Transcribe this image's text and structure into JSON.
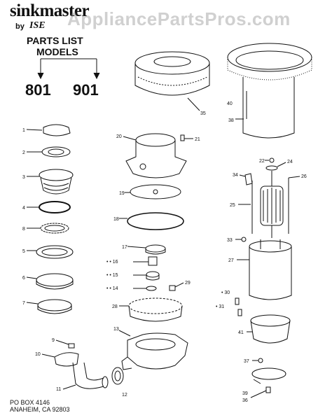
{
  "header": {
    "brand": "sinkmaster",
    "by": "by",
    "brand_logo": "ISE",
    "parts_list": "PARTS LIST",
    "models_label": "MODELS",
    "models": [
      "801",
      "901"
    ]
  },
  "watermark": "AppliancePartsPros.com",
  "address": [
    "PO BOX 4146",
    "ANAHEIM, CA 92803"
  ],
  "part_labels": {
    "p1": "1",
    "p2": "2",
    "p3": "3",
    "p4": "4",
    "p5": "5",
    "p6": "6",
    "p7": "7",
    "p8": "8",
    "p9": "9",
    "p10": "10",
    "p11": "11",
    "p12": "12",
    "p13": "13",
    "p14": "• • 14",
    "p15": "• • 15",
    "p16": "• • 16",
    "p17": "17",
    "p18": "18",
    "p19": "19",
    "p20": "20",
    "p21": "21",
    "p22": "22",
    "p24": "24",
    "p25": "25",
    "p26": "26",
    "p27": "27",
    "p28": "28",
    "p29": "29",
    "p30": "• 30",
    "p31": "• 31",
    "p33": "33",
    "p34": "34",
    "p35": "35",
    "p36": "36",
    "p37": "37",
    "p38": "38",
    "p39": "39",
    "p40": "40",
    "p41": "41"
  }
}
